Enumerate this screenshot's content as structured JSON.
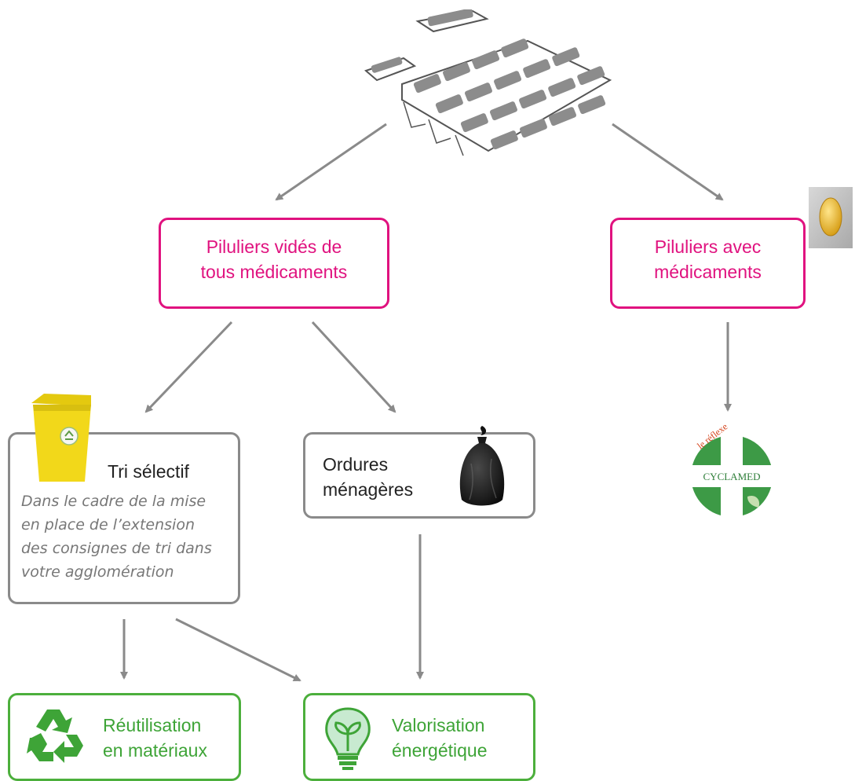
{
  "boxes": {
    "emptied_pillboxes": {
      "line1": "Piluliers vidés de",
      "line2": "tous médicaments"
    },
    "pillboxes_with_medicine": {
      "line1": "Piluliers avec",
      "line2": "médicaments"
    },
    "selective_sorting": {
      "title": "Tri sélectif",
      "note": [
        "Dans le cadre de la mise",
        "en place de l’extension",
        "des consignes de tri dans",
        "votre agglomération"
      ]
    },
    "household_waste": {
      "line1": "Ordures",
      "line2": "ménagères"
    },
    "material_reuse": {
      "line1": "Réutilisation",
      "line2": "en matériaux"
    },
    "energy_recovery": {
      "line1": "Valorisation",
      "line2": "énergétique"
    }
  },
  "cyclamed_logo": {
    "arc_text": "le réflexe",
    "brand": "CYCLAMED"
  },
  "colors": {
    "pink": "#e0127f",
    "green": "#4caf3c",
    "gray": "#8a8a8a",
    "yellow": "#f2d81a"
  },
  "icons": [
    "pillbox-tray-icon",
    "capsule-icon",
    "yellow-recycling-bin-icon",
    "black-garbage-bag-icon",
    "recycle-icon",
    "lightbulb-leaf-icon",
    "cyclamed-logo"
  ]
}
